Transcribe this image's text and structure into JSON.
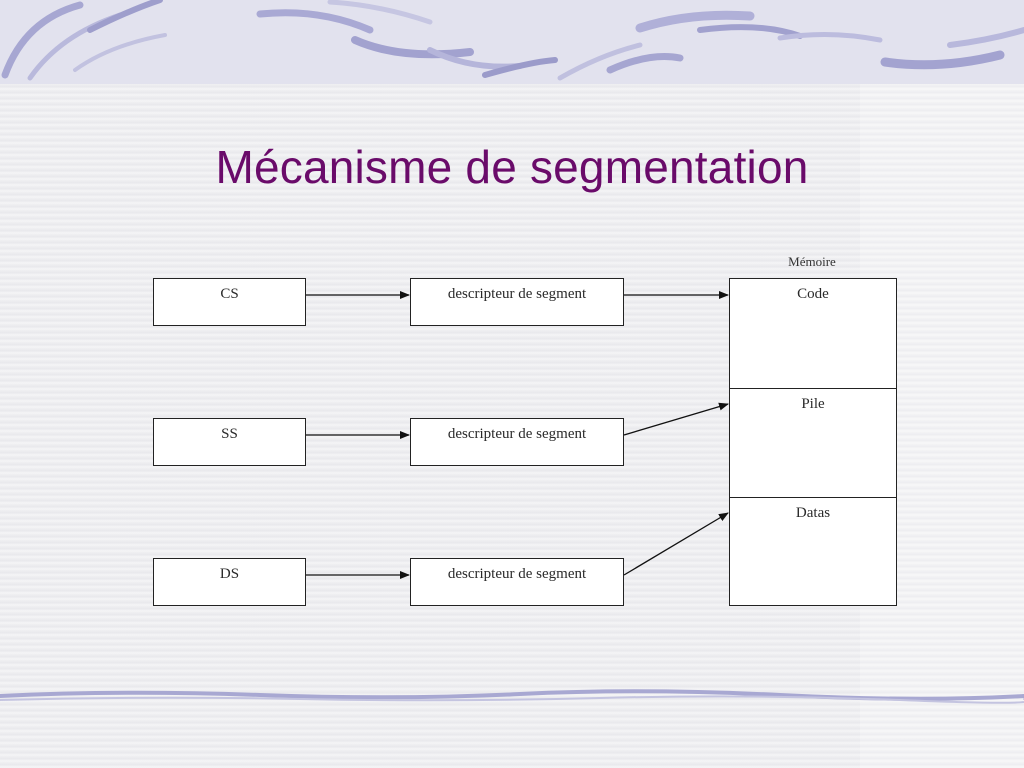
{
  "title": "Mécanisme de segmentation",
  "registers": [
    "CS",
    "SS",
    "DS"
  ],
  "descriptors": [
    "descripteur de segment",
    "descripteur de segment",
    "descripteur de segment"
  ],
  "memory": {
    "label": "Mémoire",
    "segments": [
      "Code",
      "Pile",
      "Datas"
    ]
  },
  "colors": {
    "title": "#6a0b6a",
    "decoration": "#9c9ccb"
  }
}
